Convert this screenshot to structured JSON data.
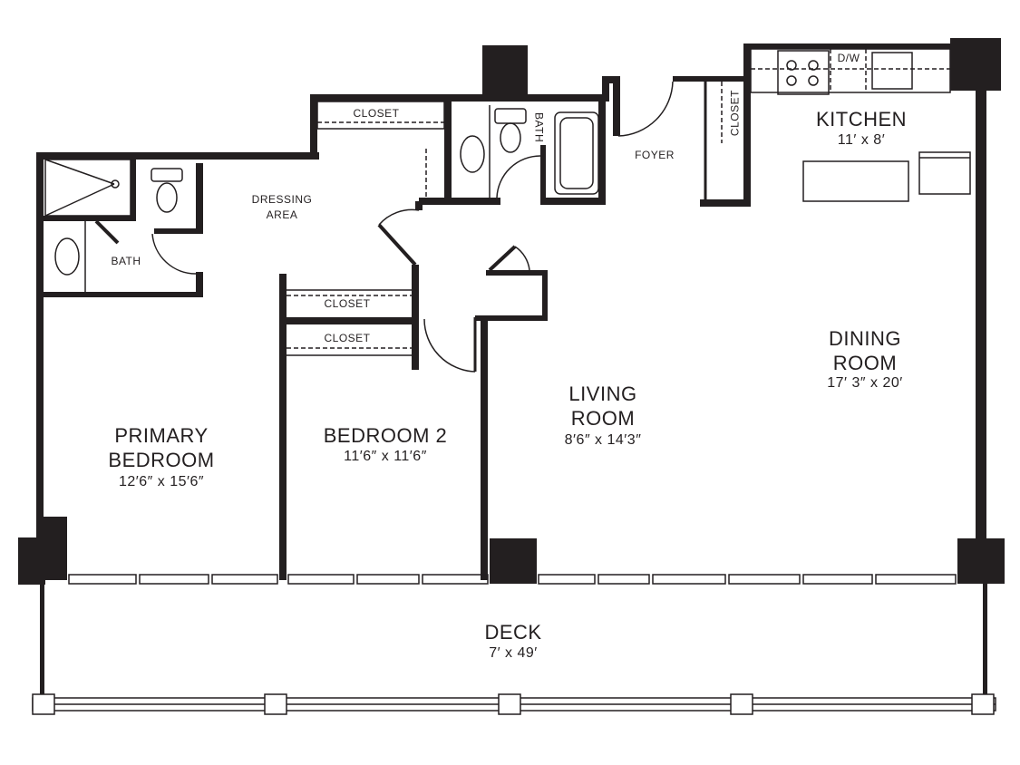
{
  "floor_plan": {
    "rooms": {
      "kitchen": {
        "name": "KITCHEN",
        "size": "11′ x 8′"
      },
      "dining": {
        "name_line1": "DINING",
        "name_line2": "ROOM",
        "size": "17′ 3″ x 20′"
      },
      "living": {
        "name_line1": "LIVING",
        "name_line2": "ROOM",
        "size": "8′6″ x 14′3″"
      },
      "primary": {
        "name_line1": "PRIMARY",
        "name_line2": "BEDROOM",
        "size": "12′6″ x 15′6″"
      },
      "bedroom2": {
        "name": "BEDROOM 2",
        "size": "11′6″ x 11′6″"
      },
      "deck": {
        "name": "DECK",
        "size": "7′ x 49′"
      },
      "foyer": {
        "name": "FOYER"
      },
      "dressing": {
        "name_line1": "DRESSING",
        "name_line2": "AREA"
      },
      "bath_primary": {
        "name": "BATH"
      },
      "bath_hall": {
        "name": "BATH"
      },
      "closet_dressing": {
        "name": "CLOSET"
      },
      "closet_foyer": {
        "name": "CLOSET"
      },
      "closet_primary": {
        "name": "CLOSET"
      },
      "closet_bedroom2": {
        "name": "CLOSET"
      }
    },
    "appliances": {
      "dishwasher": "D/W"
    },
    "colors": {
      "wall": "#231f20",
      "background": "#ffffff"
    }
  }
}
